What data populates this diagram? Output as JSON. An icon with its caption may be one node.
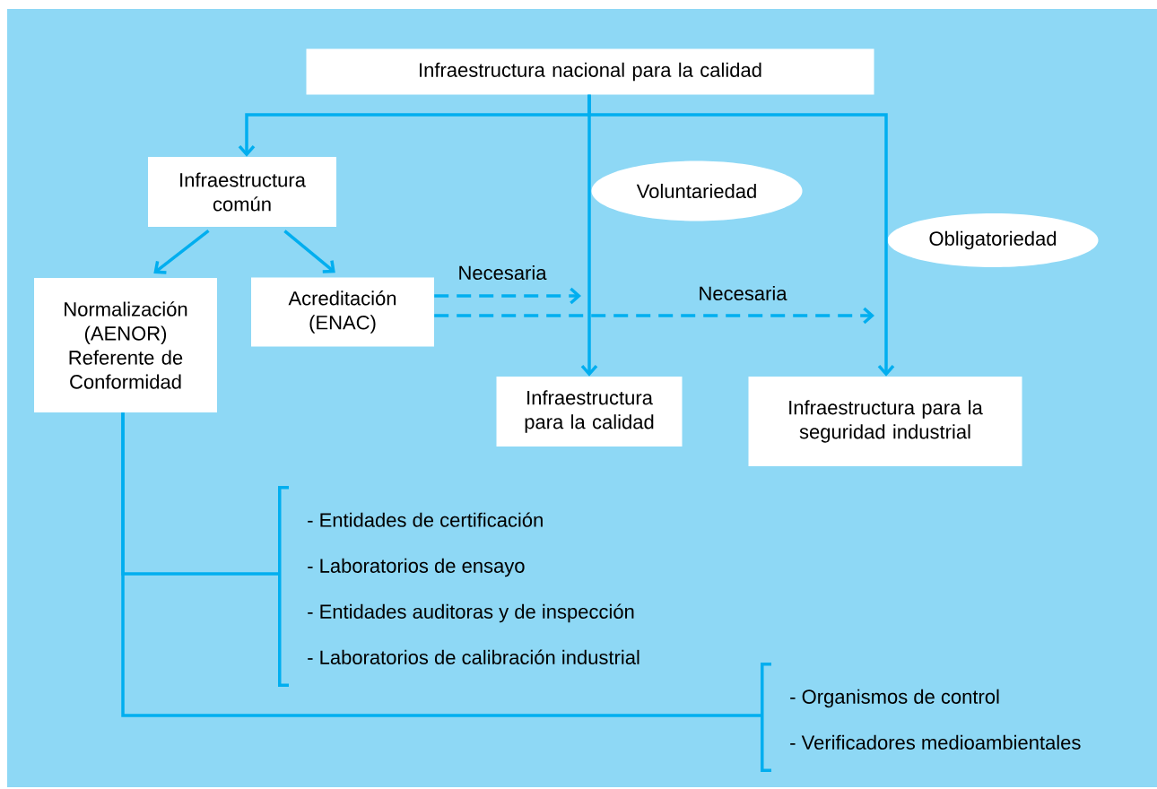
{
  "diagram": {
    "nodes": [
      {
        "text": [
          "Infraestructura nacional para la calidad"
        ]
      },
      {
        "text": [
          "Infraestructura común"
        ]
      },
      {
        "text": [
          "Normalización (AENOR) Referente de Conformidad"
        ]
      },
      {
        "text": [
          "Acreditación (ENAC)"
        ]
      },
      {
        "text": [
          "Infraestructura para la calidad"
        ]
      },
      {
        "text": [
          "Infraestructura para la seguridad industrial"
        ]
      },
      {
        "text": [
          "Voluntariedad"
        ]
      },
      {
        "text": [
          "Obligatoriedad"
        ]
      },
      {
        "text": [
          "- Entidades de certificación",
          "- Laboratorios de ensayo",
          "- Entidades auditoras y de inspección",
          "- Laboratorios de calibración industrial"
        ]
      },
      {
        "text": [
          "- Organismos de control",
          "- Verificadores medioambientales"
        ]
      }
    ],
    "edges": [
      {
        "from": 0,
        "to": 1,
        "arrow": "to"
      },
      {
        "from": 0,
        "to": 4,
        "arrow": "to"
      },
      {
        "from": 0,
        "to": 5,
        "arrow": "to"
      },
      {
        "from": 1,
        "to": 2,
        "arrow": "to"
      },
      {
        "from": 1,
        "to": 3,
        "arrow": "to"
      },
      {
        "from": 3,
        "to": null,
        "arrow": "to",
        "style": "dashed",
        "label": "Necesaria"
      },
      {
        "from": 3,
        "to": null,
        "arrow": "to",
        "style": "dashed",
        "label": "Necesaria"
      },
      {
        "from": 2,
        "to": 8,
        "arrow": "none"
      },
      {
        "from": 2,
        "to": 9,
        "arrow": "none"
      }
    ]
  }
}
